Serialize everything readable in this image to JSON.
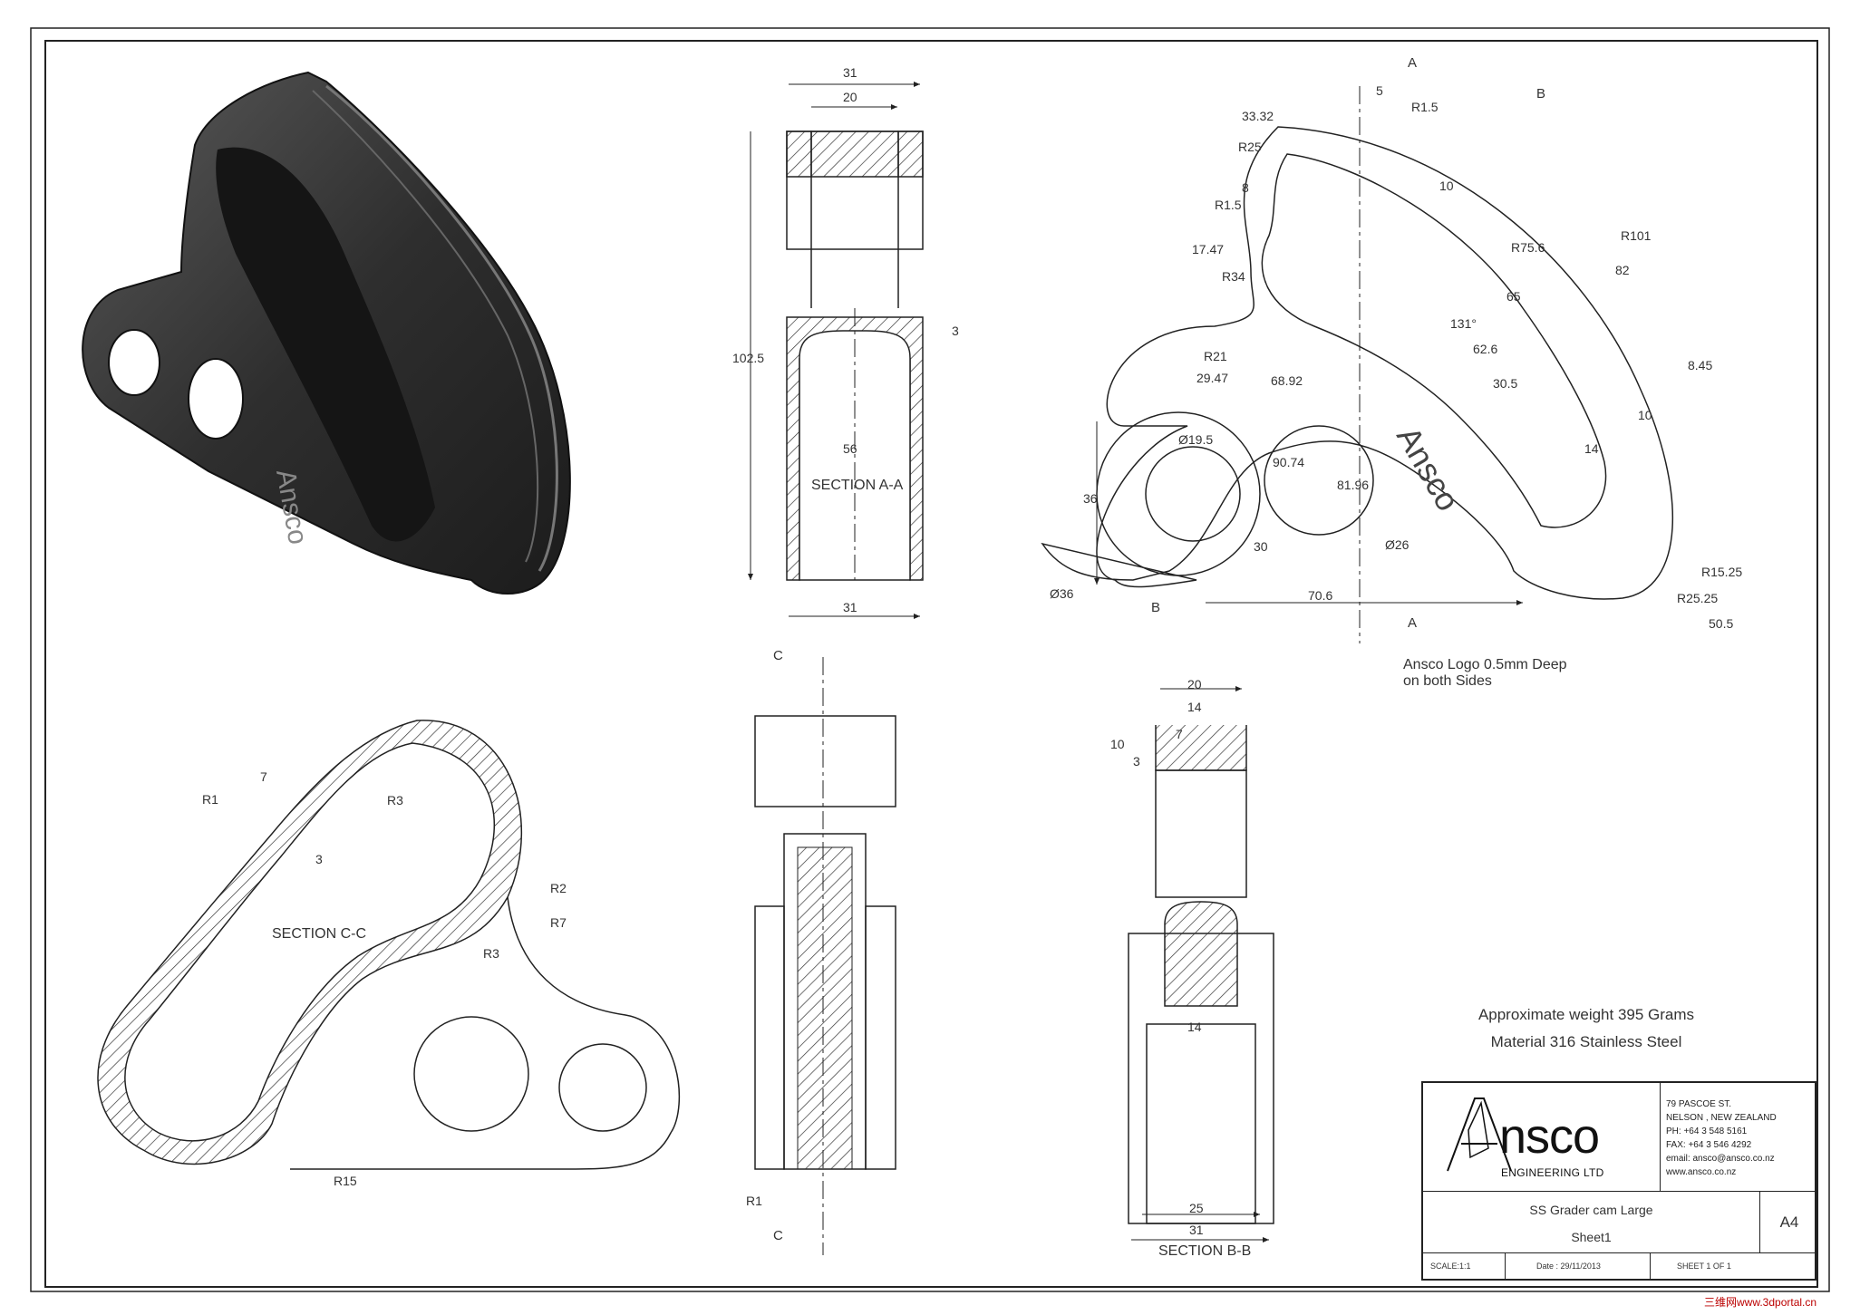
{
  "drawing": {
    "isometric_logo_text": "Ansco",
    "front_logo_text": "Ansco",
    "section_labels": {
      "a": "SECTION A-A",
      "c": "SECTION C-C",
      "b": "SECTION B-B"
    },
    "cut_markers": [
      "A",
      "A",
      "B",
      "B",
      "C",
      "C"
    ],
    "dims_section_a": [
      "31",
      "20",
      "3",
      "102.5",
      "56",
      "31"
    ],
    "dims_front": [
      "5",
      "33.32",
      "R1.5",
      "R25",
      "10",
      "8",
      "R1.5",
      "17.47",
      "R34",
      "R75.6",
      "R101",
      "82",
      "131°",
      "65",
      "62.6",
      "30.5",
      "8.45",
      "10",
      "R21",
      "29.47",
      "68.92",
      "14",
      "Ø19.5",
      "90.74",
      "81.96",
      "36",
      "30",
      "Ø26",
      "Ø36",
      "70.6",
      "R15.25",
      "R25.25",
      "50.5"
    ],
    "logo_note": "Ansco Logo 0.5mm Deep\non both Sides",
    "dims_section_c": [
      "7",
      "R1",
      "R3",
      "3",
      "R2",
      "R7",
      "R3",
      "R15"
    ],
    "dims_middle": [
      "R1"
    ],
    "dims_section_b": [
      "20",
      "14",
      "10",
      "7",
      "3",
      "14",
      "25",
      "31"
    ]
  },
  "notes": {
    "weight": "Approximate weight 395 Grams",
    "material": "Material 316 Stainless Steel"
  },
  "title_block": {
    "logo_word": "nsco",
    "logo_sub": "ENGINEERING LTD",
    "address": [
      "79 PASCOE ST.",
      "NELSON , NEW ZEALAND",
      "PH:  +64 3 548 5161",
      "FAX: +64 3 546 4292",
      "email: ansco@ansco.co.nz",
      "www.ansco.co.nz"
    ],
    "part_name": "SS Grader cam Large",
    "sheet_name": "Sheet1",
    "size": "A4",
    "scale": "SCALE:1:1",
    "date": "Date : 29/11/2013",
    "sheet": "SHEET 1 OF 1"
  },
  "watermark": "三维网www.3dportal.cn",
  "colors": {
    "line": "#222222",
    "part_fill": "#3a3a3a",
    "hatch": "#333333"
  }
}
